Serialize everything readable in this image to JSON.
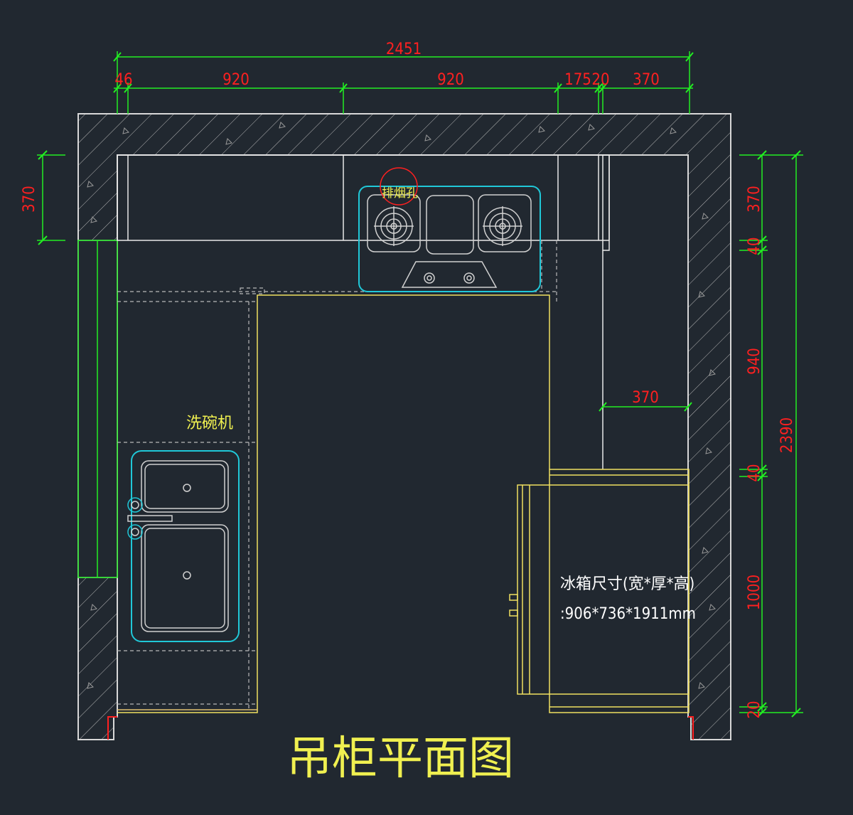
{
  "title": "吊柜平面图",
  "labels": {
    "exhaust_hole": "排烟孔",
    "dishwasher": "洗碗机",
    "fridge_line1": "冰箱尺寸(宽*厚*高)",
    "fridge_line2": ":906*736*1911mm"
  },
  "dimensions": {
    "top_total": "2451",
    "top_segments": [
      "46",
      "920",
      "920",
      "175",
      "20",
      "370"
    ],
    "left_upper": "370",
    "right_segments": [
      "370",
      "40",
      "940",
      "40",
      "1000",
      "20"
    ],
    "right_total": "2390",
    "inner": "370"
  },
  "colors": {
    "background": "#212830",
    "wall": "#d8d8d8",
    "dimension_line": "#22ee22",
    "dimension_text": "#ff2020",
    "appliance": "#20c8d8",
    "counter_edge": "#f0e060",
    "title": "#f0f050"
  }
}
